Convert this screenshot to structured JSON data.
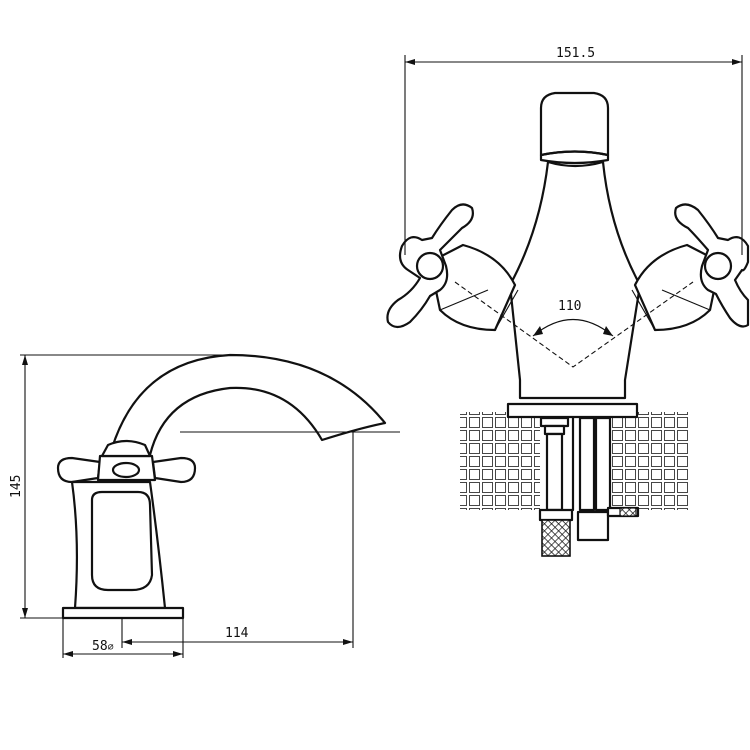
{
  "dimensions": {
    "overall_width": "151.5",
    "handle_angle": "110",
    "height": "145",
    "base_diameter": "58",
    "reach": "114"
  },
  "symbols": {
    "diameter": "⌀"
  }
}
